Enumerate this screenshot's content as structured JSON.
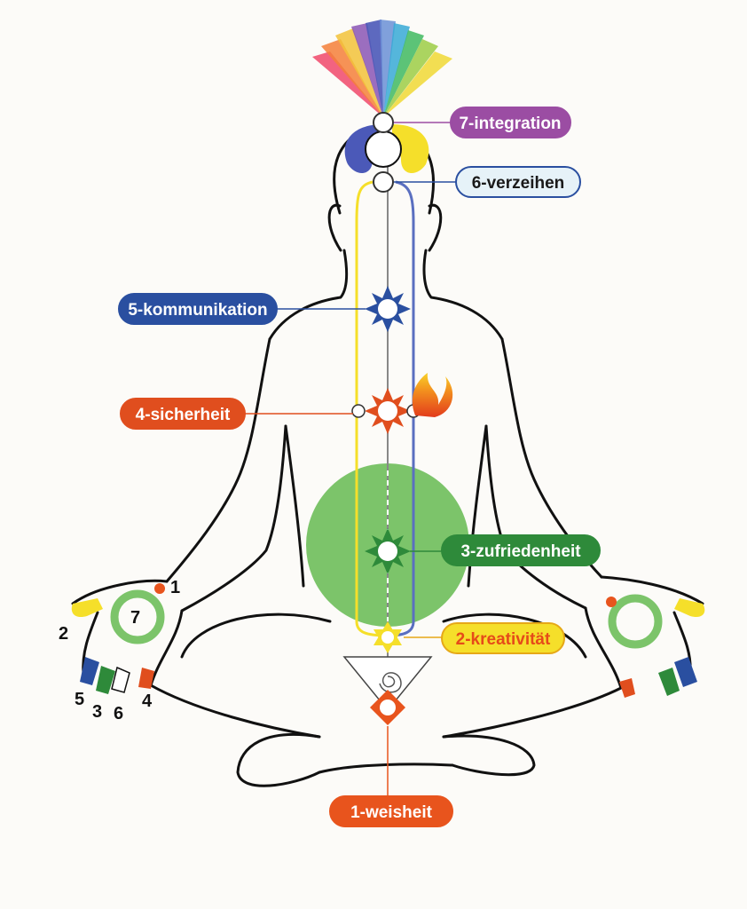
{
  "chakras": [
    {
      "label": "7-integration",
      "color": "#9b4da3",
      "text_color": "#ffffff",
      "border": "#9b4da3"
    },
    {
      "label": "6-verzeihen",
      "color": "#e6f2f8",
      "text_color": "#1a1a1a",
      "border": "#2a4fa0"
    },
    {
      "label": "5-kommunikation",
      "color": "#2a4fa0",
      "text_color": "#ffffff",
      "border": "#2a4fa0"
    },
    {
      "label": "4-sicherheit",
      "color": "#e04e1e",
      "text_color": "#ffffff",
      "border": "#e04e1e"
    },
    {
      "label": "3-zufriedenheit",
      "color": "#2e8a3a",
      "text_color": "#ffffff",
      "border": "#2e8a3a"
    },
    {
      "label": "2-kreativität",
      "color": "#f5df2a",
      "text_color": "#e64a19",
      "border": "#e6a817"
    },
    {
      "label": "1-weisheit",
      "color": "#e8541d",
      "text_color": "#ffffff",
      "border": "#e8541d"
    }
  ],
  "hand_numbers": [
    "1",
    "2",
    "3",
    "4",
    "5",
    "6",
    "7"
  ],
  "colors": {
    "outline": "#111111",
    "green_disc": "#7cc46a",
    "blue": "#2a4fa0",
    "yellow": "#f5df2a",
    "red": "#e04e1e",
    "green": "#2e8a3a"
  }
}
